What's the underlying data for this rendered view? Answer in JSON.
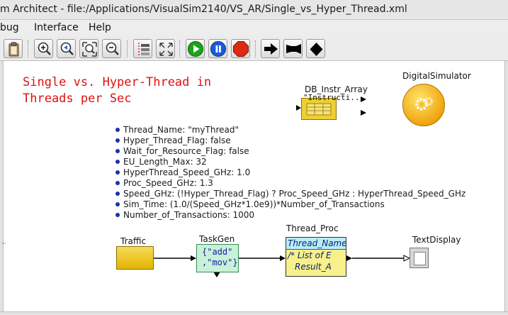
{
  "window": {
    "title": "m Architect - file:/Applications/VisualSim2140/VS_AR/Single_vs_Hyper_Thread.xml"
  },
  "menu": {
    "items": [
      "bug",
      "Interface",
      "Help"
    ]
  },
  "toolbar": {
    "icons": [
      "clipboard-icon",
      "zoom-in-icon",
      "zoom-reset-icon",
      "zoom-fit-icon",
      "zoom-out-icon",
      "stack-icon",
      "fullscreen-icon",
      "run-icon",
      "pause-icon",
      "stop-icon",
      "arrow-right-icon",
      "flag-icon",
      "diamond-icon"
    ],
    "colors": {
      "run": "#1aa51a",
      "pause": "#1a5adc",
      "stop": "#e02a10"
    }
  },
  "canvas": {
    "annotation": {
      "line1": "Single vs. Hyper-Thread in",
      "line2": "Threads per Sec",
      "color": "#e01010"
    },
    "parameters": [
      "Thread_Name: \"myThread\"",
      "Hyper_Thread_Flag: false",
      "Wait_for_Resource_Flag: false",
      "EU_Length_Max: 32",
      "HyperThread_Speed_GHz: 1.0",
      "Proc_Speed_GHz: 1.3",
      "Speed_GHz: (!Hyper_Thread_Flag) ? Proc_Speed_GHz : HyperThread_Speed_GHz",
      "Sim_Time: (1.0/(Speed_GHz*1.0e9))*Number_of_Transactions",
      "Number_of_Transactions: 1000"
    ],
    "blocks": {
      "db": {
        "label": "DB_Instr_Array",
        "text": "\"Instructi.."
      },
      "simulator": {
        "label": "DigitalSimulator"
      },
      "traffic": {
        "label": "Traffic"
      },
      "taskgen": {
        "label": "TaskGen",
        "line1": "{\"add\"",
        "line2": ",\"mov\"}"
      },
      "thread_proc": {
        "label": "Thread_Proc",
        "header": "Thread_Name",
        "line1": "/* List of E",
        "line2": "Result_A"
      },
      "textdisplay": {
        "label": "TextDisplay"
      }
    }
  }
}
